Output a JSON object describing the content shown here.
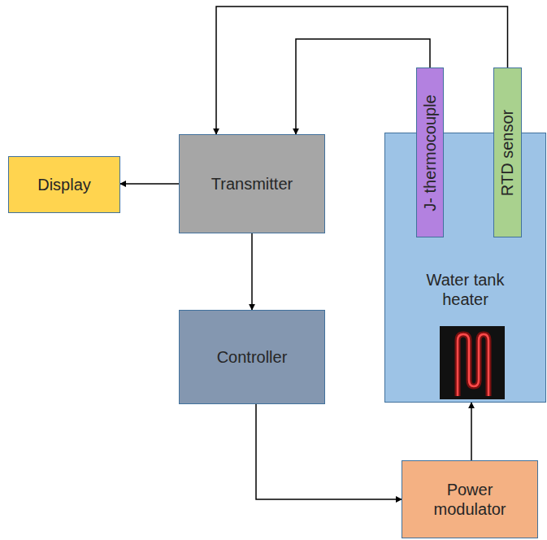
{
  "diagram": {
    "nodes": [
      {
        "text": [
          "Display"
        ]
      },
      {
        "text": [
          "Transmitter"
        ]
      },
      {
        "text": [
          "Controller"
        ]
      },
      {
        "text": [
          "Water tank heater"
        ]
      },
      {
        "text": [
          "J- thermocouple"
        ]
      },
      {
        "text": [
          "RTD sensor"
        ]
      },
      {
        "text": [
          "Power modulator"
        ]
      }
    ],
    "edges": [
      {
        "from": 5,
        "to": 1,
        "arrow": "to"
      },
      {
        "from": 4,
        "to": 1,
        "arrow": "to"
      },
      {
        "from": 1,
        "to": 0,
        "arrow": "to"
      },
      {
        "from": 1,
        "to": 2,
        "arrow": "to"
      },
      {
        "from": 2,
        "to": 6,
        "arrow": "to"
      },
      {
        "from": 6,
        "to": 3,
        "arrow": "to"
      }
    ]
  }
}
